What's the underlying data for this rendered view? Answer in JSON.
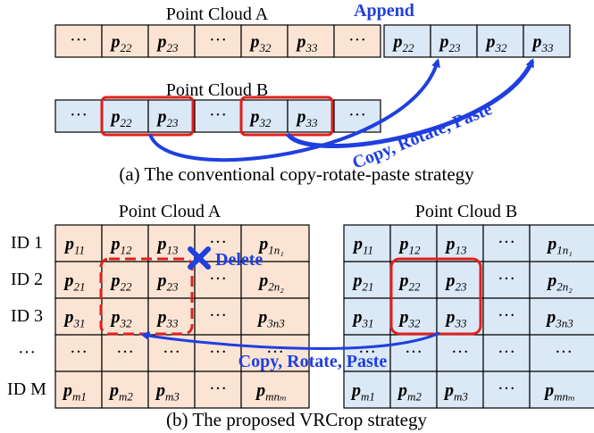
{
  "part_a": {
    "cloud_a_label": "Point Cloud A",
    "cloud_b_label": "Point Cloud B",
    "append_label": "Append",
    "copy_label": "Copy, Rotate, Paste",
    "caption": "(a) The conventional copy-rotate-paste strategy",
    "row_a": [
      {
        "text": "···",
        "base": "",
        "sub": ""
      },
      {
        "text": "",
        "base": "p",
        "sub": "22"
      },
      {
        "text": "",
        "base": "p",
        "sub": "23"
      },
      {
        "text": "···",
        "base": "",
        "sub": ""
      },
      {
        "text": "",
        "base": "p",
        "sub": "32"
      },
      {
        "text": "",
        "base": "p",
        "sub": "33"
      },
      {
        "text": "···",
        "base": "",
        "sub": ""
      }
    ],
    "row_a_appended": [
      {
        "text": "",
        "base": "p",
        "sub": "22"
      },
      {
        "text": "",
        "base": "p",
        "sub": "23"
      },
      {
        "text": "",
        "base": "p",
        "sub": "32"
      },
      {
        "text": "",
        "base": "p",
        "sub": "33"
      }
    ],
    "row_b": [
      {
        "text": "···",
        "base": "",
        "sub": ""
      },
      {
        "text": "",
        "base": "p",
        "sub": "22"
      },
      {
        "text": "",
        "base": "p",
        "sub": "23"
      },
      {
        "text": "···",
        "base": "",
        "sub": ""
      },
      {
        "text": "",
        "base": "p",
        "sub": "32"
      },
      {
        "text": "",
        "base": "p",
        "sub": "33"
      },
      {
        "text": "···",
        "base": "",
        "sub": ""
      }
    ]
  },
  "part_b": {
    "cloud_a_label": "Point Cloud A",
    "cloud_b_label": "Point Cloud B",
    "delete_label": "Delete",
    "copy_label": "Copy, Rotate, Paste",
    "caption": "(b) The proposed VRCrop strategy",
    "row_ids": [
      "ID 1",
      "ID 2",
      "ID 3",
      "···",
      "ID M"
    ],
    "grid": [
      [
        {
          "base": "p",
          "sub": "11",
          "text": ""
        },
        {
          "base": "p",
          "sub": "12",
          "text": ""
        },
        {
          "base": "p",
          "sub": "13",
          "text": ""
        },
        {
          "base": "",
          "sub": "",
          "text": "···"
        },
        {
          "base": "p",
          "sub": "1n₁",
          "text": ""
        }
      ],
      [
        {
          "base": "p",
          "sub": "21",
          "text": ""
        },
        {
          "base": "p",
          "sub": "22",
          "text": ""
        },
        {
          "base": "p",
          "sub": "23",
          "text": ""
        },
        {
          "base": "",
          "sub": "",
          "text": "···"
        },
        {
          "base": "p",
          "sub": "2n₂",
          "text": ""
        }
      ],
      [
        {
          "base": "p",
          "sub": "31",
          "text": ""
        },
        {
          "base": "p",
          "sub": "32",
          "text": ""
        },
        {
          "base": "p",
          "sub": "33",
          "text": ""
        },
        {
          "base": "",
          "sub": "",
          "text": "···"
        },
        {
          "base": "p",
          "sub": "3n3",
          "text": ""
        }
      ],
      [
        {
          "base": "",
          "sub": "",
          "text": "···"
        },
        {
          "base": "",
          "sub": "",
          "text": "···"
        },
        {
          "base": "",
          "sub": "",
          "text": "···"
        },
        {
          "base": "",
          "sub": "",
          "text": "···"
        },
        {
          "base": "",
          "sub": "",
          "text": "···"
        }
      ],
      [
        {
          "base": "p",
          "sub": "m1",
          "text": ""
        },
        {
          "base": "p",
          "sub": "m2",
          "text": ""
        },
        {
          "base": "p",
          "sub": "m3",
          "text": ""
        },
        {
          "base": "",
          "sub": "",
          "text": "···"
        },
        {
          "base": "p",
          "sub": "mnₘ",
          "text": ""
        }
      ]
    ]
  },
  "colors": {
    "cloud_a_fill": "#fbe4d4",
    "cloud_b_fill": "#dbe8f5",
    "highlight_red": "#e0201c",
    "arrow_blue": "#1f3fe0"
  }
}
